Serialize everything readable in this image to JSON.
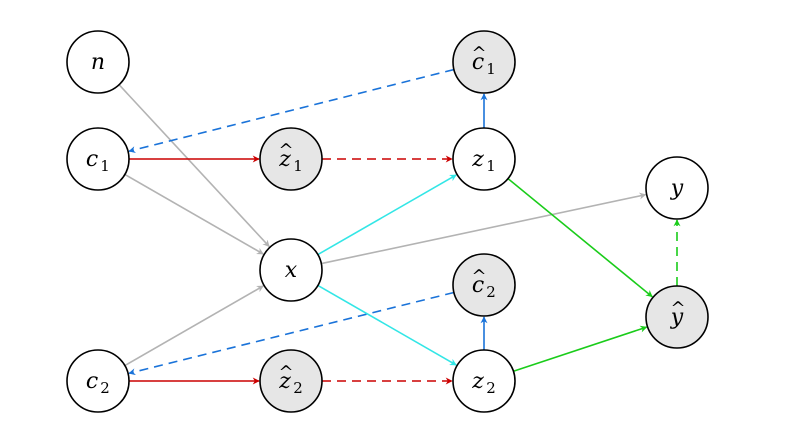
{
  "colors": {
    "observed_fill": "#ffffff",
    "latent_fill": "#e6e6e6",
    "stroke": "#000000",
    "gray_arrow": "#b3b3b3",
    "red_arrow": "#cc0000",
    "blue_arrow": "#1a73d9",
    "cyan_arrow": "#33e6e6",
    "green_arrow": "#1acc1a"
  },
  "nodes": {
    "n": {
      "base": "n",
      "sub": "",
      "hat": false,
      "fill": "observed"
    },
    "c1": {
      "base": "c",
      "sub": "1",
      "hat": false,
      "fill": "observed"
    },
    "c2": {
      "base": "c",
      "sub": "2",
      "hat": false,
      "fill": "observed"
    },
    "zhat1": {
      "base": "z",
      "sub": "1",
      "hat": true,
      "fill": "latent"
    },
    "zhat2": {
      "base": "z",
      "sub": "2",
      "hat": true,
      "fill": "latent"
    },
    "x": {
      "base": "x",
      "sub": "",
      "hat": false,
      "fill": "observed"
    },
    "chat1": {
      "base": "c",
      "sub": "1",
      "hat": true,
      "fill": "latent"
    },
    "chat2": {
      "base": "c",
      "sub": "2",
      "hat": true,
      "fill": "latent"
    },
    "z1": {
      "base": "z",
      "sub": "1",
      "hat": false,
      "fill": "observed"
    },
    "z2": {
      "base": "z",
      "sub": "2",
      "hat": false,
      "fill": "observed"
    },
    "y": {
      "base": "y",
      "sub": "",
      "hat": false,
      "fill": "observed"
    },
    "yhat": {
      "base": "y",
      "sub": "",
      "hat": true,
      "fill": "latent"
    }
  },
  "edges": [
    {
      "from": "n",
      "to": "x",
      "color": "gray_arrow",
      "dashed": false
    },
    {
      "from": "c1",
      "to": "x",
      "color": "gray_arrow",
      "dashed": false
    },
    {
      "from": "c2",
      "to": "x",
      "color": "gray_arrow",
      "dashed": false
    },
    {
      "from": "x",
      "to": "y",
      "color": "gray_arrow",
      "dashed": false
    },
    {
      "from": "c1",
      "to": "zhat1",
      "color": "red_arrow",
      "dashed": false
    },
    {
      "from": "c2",
      "to": "zhat2",
      "color": "red_arrow",
      "dashed": false
    },
    {
      "from": "zhat1",
      "to": "z1",
      "color": "red_arrow",
      "dashed": true
    },
    {
      "from": "zhat2",
      "to": "z2",
      "color": "red_arrow",
      "dashed": true
    },
    {
      "from": "chat1",
      "to": "c1",
      "color": "blue_arrow",
      "dashed": true
    },
    {
      "from": "chat2",
      "to": "c2",
      "color": "blue_arrow",
      "dashed": true
    },
    {
      "from": "z1",
      "to": "chat1",
      "color": "blue_arrow",
      "dashed": false
    },
    {
      "from": "z2",
      "to": "chat2",
      "color": "blue_arrow",
      "dashed": false
    },
    {
      "from": "x",
      "to": "z1",
      "color": "cyan_arrow",
      "dashed": false
    },
    {
      "from": "x",
      "to": "z2",
      "color": "cyan_arrow",
      "dashed": false
    },
    {
      "from": "z1",
      "to": "yhat",
      "color": "green_arrow",
      "dashed": false
    },
    {
      "from": "z2",
      "to": "yhat",
      "color": "green_arrow",
      "dashed": false
    },
    {
      "from": "yhat",
      "to": "y",
      "color": "green_arrow",
      "dashed": true
    }
  ]
}
